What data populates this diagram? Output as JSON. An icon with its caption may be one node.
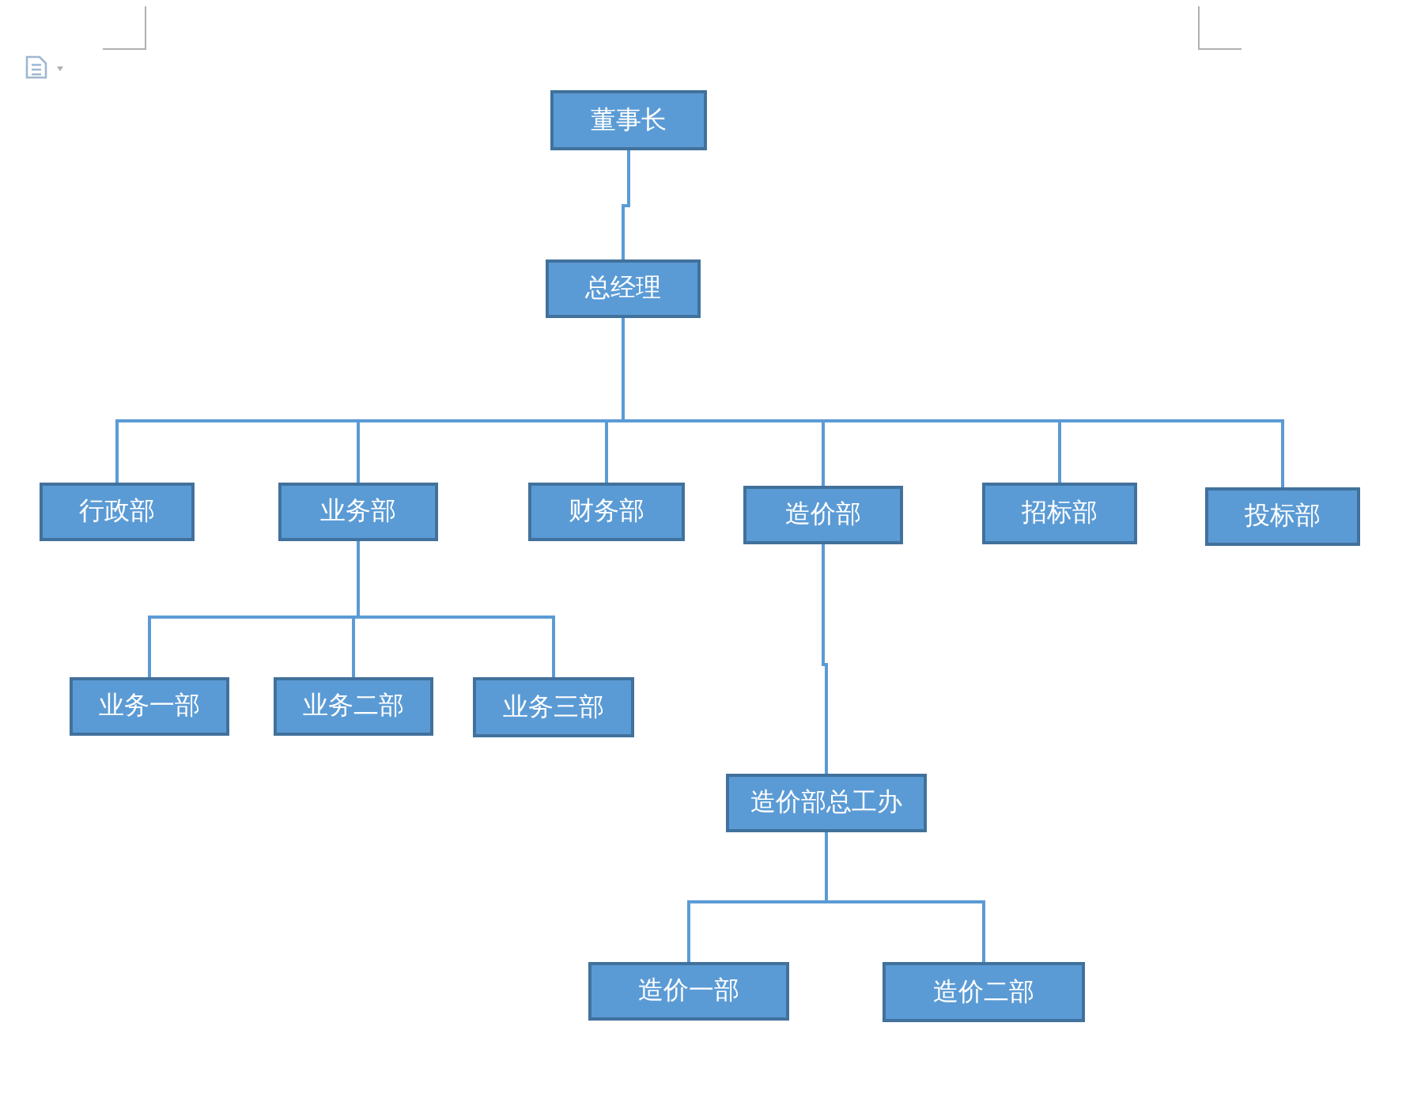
{
  "diagram": {
    "nodes": [
      {
        "text": [
          "董事长"
        ]
      },
      {
        "text": [
          "总经理"
        ]
      },
      {
        "text": [
          "行政部"
        ]
      },
      {
        "text": [
          "业务部"
        ]
      },
      {
        "text": [
          "财务部"
        ]
      },
      {
        "text": [
          "造价部"
        ]
      },
      {
        "text": [
          "招标部"
        ]
      },
      {
        "text": [
          "投标部"
        ]
      },
      {
        "text": [
          "业务一部"
        ]
      },
      {
        "text": [
          "业务二部"
        ]
      },
      {
        "text": [
          "业务三部"
        ]
      },
      {
        "text": [
          "造价部总工办"
        ]
      },
      {
        "text": [
          "造价一部"
        ]
      },
      {
        "text": [
          "造价二部"
        ]
      }
    ],
    "edges": [
      {
        "from": 0,
        "to": 1,
        "arrow": "none"
      },
      {
        "from": 1,
        "to": 2,
        "arrow": "none"
      },
      {
        "from": 1,
        "to": 3,
        "arrow": "none"
      },
      {
        "from": 1,
        "to": 4,
        "arrow": "none"
      },
      {
        "from": 1,
        "to": 5,
        "arrow": "none"
      },
      {
        "from": 1,
        "to": 6,
        "arrow": "none"
      },
      {
        "from": 1,
        "to": 7,
        "arrow": "none"
      },
      {
        "from": 3,
        "to": 8,
        "arrow": "none"
      },
      {
        "from": 3,
        "to": 9,
        "arrow": "none"
      },
      {
        "from": 3,
        "to": 10,
        "arrow": "none"
      },
      {
        "from": 5,
        "to": 11,
        "arrow": "none"
      },
      {
        "from": 11,
        "to": 12,
        "arrow": "none"
      },
      {
        "from": 11,
        "to": 13,
        "arrow": "none"
      }
    ]
  }
}
